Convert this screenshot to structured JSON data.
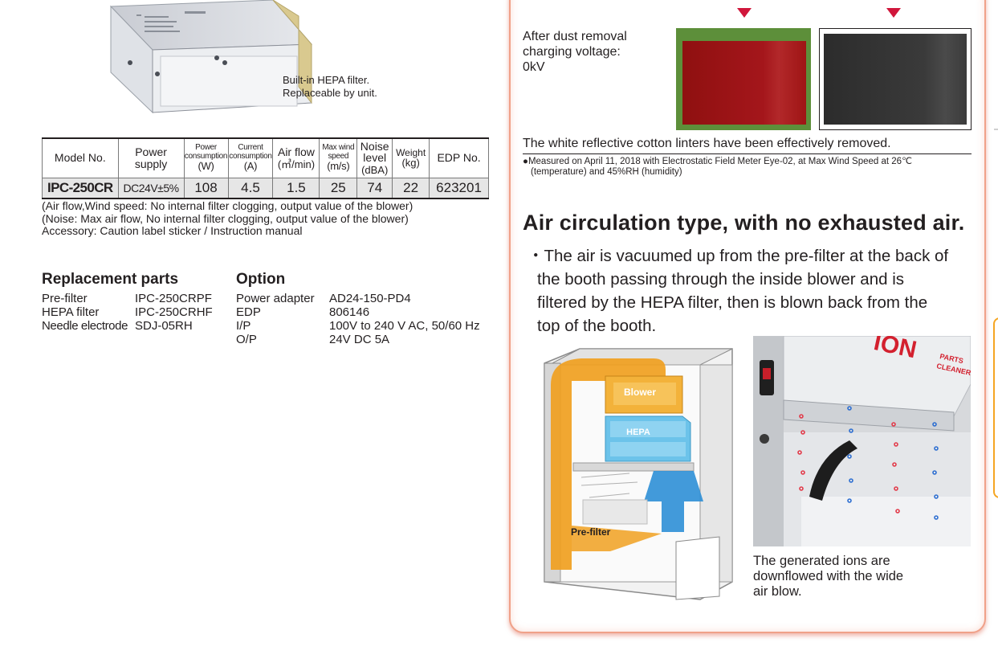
{
  "left": {
    "hepa_caption": [
      "Built-in HEPA filter.",
      "Replaceable by unit."
    ],
    "spec_table": {
      "headers": [
        {
          "top": "Model No.",
          "unit": ""
        },
        {
          "top": "Power supply",
          "unit": ""
        },
        {
          "top": "Power consumption",
          "unit": "(W)"
        },
        {
          "top": "Current consumption",
          "unit": "(A)"
        },
        {
          "top": "Air flow",
          "unit": "(㎥/min)"
        },
        {
          "top": "Max wind speed",
          "unit": "(m/s)"
        },
        {
          "top": "Noise level",
          "unit": "(dBA)"
        },
        {
          "top": "Weight",
          "unit": "(kg)"
        },
        {
          "top": "EDP No.",
          "unit": ""
        }
      ],
      "row": [
        "IPC-250CR",
        "DC24V±5%",
        "108",
        "4.5",
        "1.5",
        "25",
        "74",
        "22",
        "623201"
      ]
    },
    "notes": [
      "(Air flow,Wind speed: No internal filter clogging, output value of the blower)",
      "(Noise: Max air flow, No internal filter clogging, output value of the blower)",
      "Accessory: Caution label sticker / Instruction manual"
    ],
    "replacement_parts": {
      "title": "Replacement parts",
      "items": [
        {
          "name": "Pre-filter",
          "code": "IPC-250CRPF"
        },
        {
          "name": "HEPA filter",
          "code": "IPC-250CRHF"
        },
        {
          "name": "Needle electrode",
          "code": "SDJ-05RH"
        }
      ]
    },
    "option": {
      "title": "Option",
      "items": [
        {
          "name": "Power adapter",
          "value": "AD24-150-PD4"
        },
        {
          "name": "EDP",
          "value": "806146"
        },
        {
          "name": "I/P",
          "value": "100V to 240 V AC,  50/60 Hz"
        },
        {
          "name": "O/P",
          "value": "24V DC 5A"
        }
      ]
    }
  },
  "right": {
    "dust_label": [
      "After dust removal",
      "charging voltage:",
      "0kV"
    ],
    "white_note": "The white reflective cotton linters have been effectively removed.",
    "measure_note": [
      "●Measured on April 11, 2018 with Electrostatic Field Meter Eye-02, at Max Wind Speed at 26℃",
      "(temperature) and 45%RH (humidity)"
    ],
    "title": "Air circulation type, with no exhausted air.",
    "body": [
      "・The air is vacuumed up from the pre-filter at the back of",
      "the booth passing through the inside blower and is",
      "filtered by the HEPA filter, then is blown back from the",
      "top of the booth."
    ],
    "diagram_labels": {
      "blower": "Blower",
      "hepa": "HEPA",
      "prefilter": "Pre-filter"
    },
    "photo_sign": "ION",
    "photo_sign_sub": [
      "PARTS",
      "CLEANER"
    ],
    "ions_caption": [
      "The generated ions are",
      "downflowed with the wide",
      "air blow."
    ]
  },
  "colors": {
    "panel_border": "#f0a189",
    "arrow_red": "#d0163b",
    "blower_orange": "#f0a020",
    "hepa_blue": "#6cc3ea",
    "airflow_blue": "#2e8fd6",
    "side_tab": "#f5a623"
  }
}
